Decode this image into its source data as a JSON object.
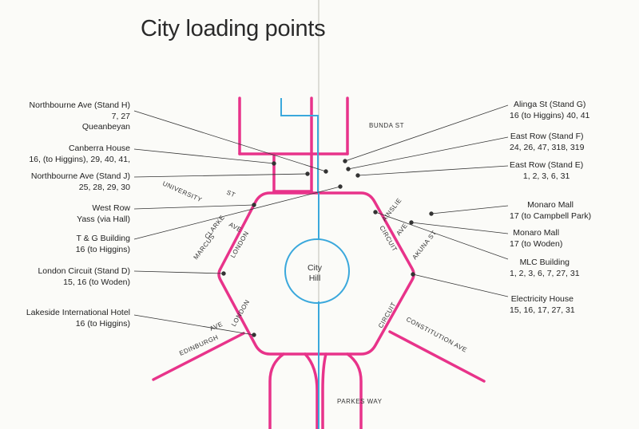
{
  "title": "City loading points",
  "colors": {
    "road": "#e8338a",
    "bus": "#3aa8dc",
    "pointer": "#333333",
    "fold": "#dcdcd6"
  },
  "city_hill": [
    "City",
    "Hill"
  ],
  "left_labels": [
    [
      "Northbourne Ave (Stand H)",
      "7, 27",
      "Queanbeyan"
    ],
    [
      "Canberra House",
      "16, (to Higgins), 29, 40, 41,"
    ],
    [
      "Northbourne Ave (Stand J)",
      "25, 28, 29, 30"
    ],
    [
      "West Row",
      "Yass (via Hall)"
    ],
    [
      "T & G Building",
      "16 (to Higgins)"
    ],
    [
      "London Circuit (Stand D)",
      "15, 16 (to Woden)"
    ],
    [
      "Lakeside International Hotel",
      "16 (to Higgins)"
    ]
  ],
  "right_labels": [
    [
      "Alinga St (Stand G)",
      "16 (to Higgins) 40, 41"
    ],
    [
      "East Row (Stand F)",
      "24, 26, 47, 318, 319"
    ],
    [
      "East Row (Stand E)",
      "1, 2, 3, 6, 31"
    ],
    [
      "Monaro Mall",
      "17 (to Campbell Park)"
    ],
    [
      "Monaro Mall",
      "17 (to Woden)"
    ],
    [
      "MLC Building",
      "1, 2, 3, 6, 7, 27, 31"
    ],
    [
      "Electricity House",
      "15, 16, 17, 27, 31"
    ]
  ],
  "streets": {
    "bunda": "BUNDA ST",
    "university": "UNIVERSITY",
    "university_st": "ST",
    "clarke": "CLARKE",
    "marcus": "MARCUS",
    "ave_marcus": "AVE",
    "london_upper": "LONDON",
    "circuit_upper": "CIRCUIT",
    "ainslie": "AINSLIE",
    "ave_ainslie": "AVE",
    "akuna": "AKUNA ST",
    "edinburgh": "EDINBURGH",
    "ave_edinburgh": "AVE",
    "london_lower": "LONDON",
    "circuit_lower": "CIRCUIT",
    "constitution": "CONSTITUTION",
    "ave_constitution": "AVE",
    "parkes": "PARKES WAY"
  }
}
